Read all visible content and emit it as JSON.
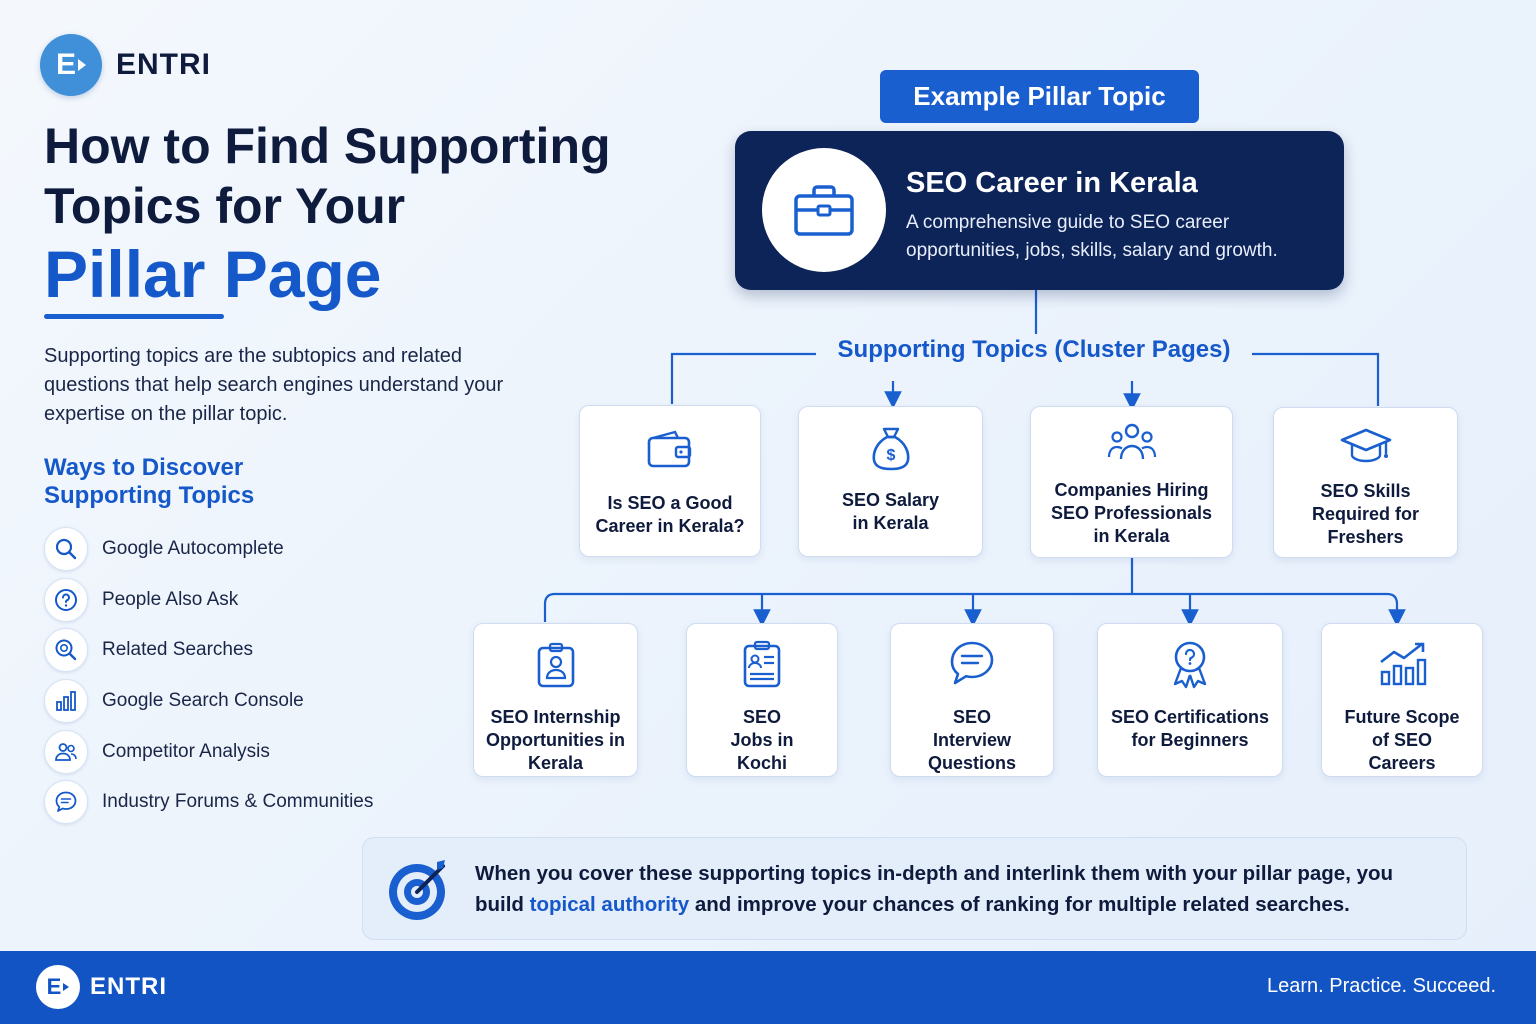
{
  "brand": {
    "name": "ENTRI",
    "logo_letter": "E"
  },
  "title": {
    "line1": "How to Find Supporting",
    "line2": "Topics for Your",
    "accent": "Pillar Page"
  },
  "intro": "Supporting topics are the subtopics and related questions that help search engines understand your expertise on the pillar topic.",
  "ways": {
    "title": "Ways to Discover Supporting Topics",
    "items": [
      {
        "label": "Google Autocomplete",
        "icon": "search-icon"
      },
      {
        "label": "People Also Ask",
        "icon": "question-circle-icon"
      },
      {
        "label": "Related Searches",
        "icon": "magnifier-zoom-icon"
      },
      {
        "label": "Google Search Console",
        "icon": "bar-chart-icon"
      },
      {
        "label": "Competitor Analysis",
        "icon": "users-icon"
      },
      {
        "label": "Industry Forums & Communities",
        "icon": "chat-bubble-icon"
      }
    ]
  },
  "pillar": {
    "tag": "Example Pillar Topic",
    "heading": "SEO Career in Kerala",
    "description": "A comprehensive guide to SEO career opportunities, jobs, skills, salary and growth.",
    "icon": "briefcase-icon"
  },
  "cluster_label": "Supporting Topics (Cluster Pages)",
  "topics_row1": [
    {
      "label": "Is SEO a Good Career in Kerala?",
      "icon": "wallet-icon"
    },
    {
      "label": "SEO Salary in Kerala",
      "icon": "money-bag-icon"
    },
    {
      "label": "Companies Hiring SEO Professionals in Kerala",
      "icon": "team-icon"
    },
    {
      "label": "SEO Skills Required for Freshers",
      "icon": "graduation-cap-icon"
    }
  ],
  "topics_row2": [
    {
      "label": "SEO Internship Opportunities in Kerala",
      "icon": "id-badge-icon"
    },
    {
      "label": "SEO Jobs in Kochi",
      "icon": "clipboard-icon"
    },
    {
      "label": "SEO Interview Questions",
      "icon": "speech-bubble-icon"
    },
    {
      "label": "SEO Certifications for Beginners",
      "icon": "certificate-icon"
    },
    {
      "label": "Future Scope of SEO Careers",
      "icon": "growth-chart-icon"
    }
  ],
  "callout": {
    "text_before": "When you cover these supporting topics in-depth and interlink them with your pillar page, you build ",
    "highlight": "topical authority",
    "text_after": " and improve your chances of ranking for multiple related searches.",
    "icon": "target-icon"
  },
  "footer": {
    "brand": "ENTRI",
    "tagline": "Learn. Practice. Succeed."
  },
  "colors": {
    "primary": "#1558c9",
    "navy": "#0d2458",
    "footer": "#1254c4",
    "text": "#0f1b3d"
  }
}
